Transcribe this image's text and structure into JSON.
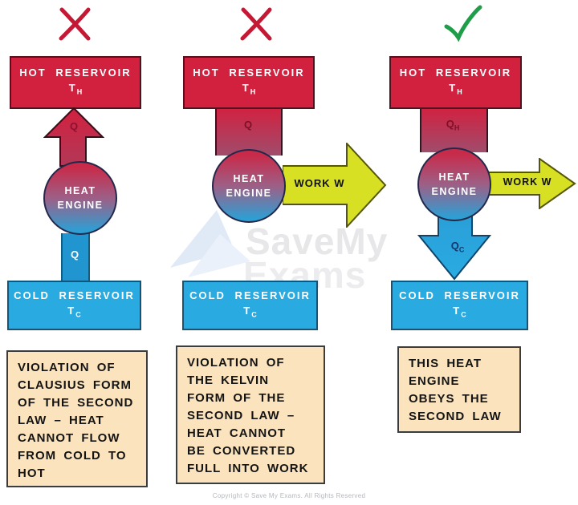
{
  "watermark": {
    "line1": "SaveMy",
    "line2": "Exams"
  },
  "copyright": "Copyright © Save My Exams. All Rights Reserved",
  "colors": {
    "hot_red": "#d2213f",
    "cold_blue": "#29abe2",
    "work_yellow": "#d7e022",
    "caption_tan": "#fbe3bd",
    "cross_red": "#c41934",
    "check_green": "#1f9d49"
  },
  "columns": [
    {
      "verdict": "cross",
      "hot_label": "HOT RESERVOIR",
      "hot_temp": {
        "base": "T",
        "sub": "H"
      },
      "engine": {
        "line1": "HEAT",
        "line2": "ENGINE"
      },
      "cold_label": "COLD RESERVOIR",
      "cold_temp": {
        "base": "T",
        "sub": "C"
      },
      "heat_up": {
        "base": "Q",
        "sub": ""
      },
      "heat_pipe": {
        "base": "Q",
        "sub": ""
      },
      "caption_lines": {
        "0": "VIOLATION OF",
        "1": "CLAUSIUS FORM",
        "2": "OF THE SECOND",
        "3": "LAW – HEAT",
        "4": "CANNOT FLOW",
        "5": "FROM COLD TO",
        "6": "HOT"
      }
    },
    {
      "verdict": "cross",
      "hot_label": "HOT RESERVOIR",
      "hot_temp": {
        "base": "T",
        "sub": "H"
      },
      "engine": {
        "line1": "HEAT",
        "line2": "ENGINE"
      },
      "cold_label": "COLD RESERVOIR",
      "cold_temp": {
        "base": "T",
        "sub": "C"
      },
      "heat_in": {
        "base": "Q",
        "sub": ""
      },
      "work_label": "WORK W",
      "caption_lines": {
        "0": "VIOLATION OF",
        "1": "THE KELVIN",
        "2": "FORM OF THE",
        "3": "SECOND LAW –",
        "4": "HEAT CANNOT",
        "5": "BE CONVERTED",
        "6": "FULL INTO WORK"
      }
    },
    {
      "verdict": "check",
      "hot_label": "HOT RESERVOIR",
      "hot_temp": {
        "base": "T",
        "sub": "H"
      },
      "engine": {
        "line1": "HEAT",
        "line2": "ENGINE"
      },
      "cold_label": "COLD RESERVOIR",
      "cold_temp": {
        "base": "T",
        "sub": "C"
      },
      "heat_in": {
        "base": "Q",
        "sub": "H"
      },
      "heat_out": {
        "base": "Q",
        "sub": "C"
      },
      "work_label": "WORK W",
      "caption_lines": {
        "0": "THIS HEAT",
        "1": "ENGINE",
        "2": "OBEYS THE",
        "3": "SECOND LAW"
      }
    }
  ]
}
